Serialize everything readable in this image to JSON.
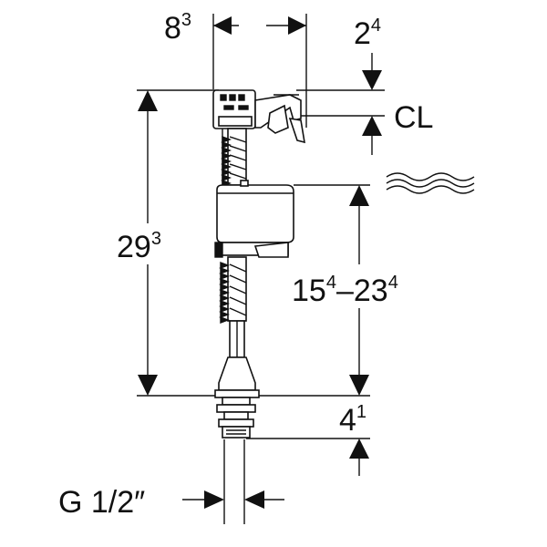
{
  "dimensions": {
    "top_width": {
      "main": "8",
      "sup": "3"
    },
    "top_offset": {
      "main": "2",
      "sup": "4"
    },
    "cl_label": "CL",
    "total_height": {
      "main": "29",
      "sup": "3"
    },
    "level_range": {
      "main_a": "15",
      "sup_a": "4",
      "dash": "–",
      "main_b": "23",
      "sup_b": "4"
    },
    "thread_length": {
      "main": "4",
      "sup": "1"
    },
    "thread_size": "G 1/2″"
  },
  "icons": {
    "water_level": "water-waves-icon"
  }
}
